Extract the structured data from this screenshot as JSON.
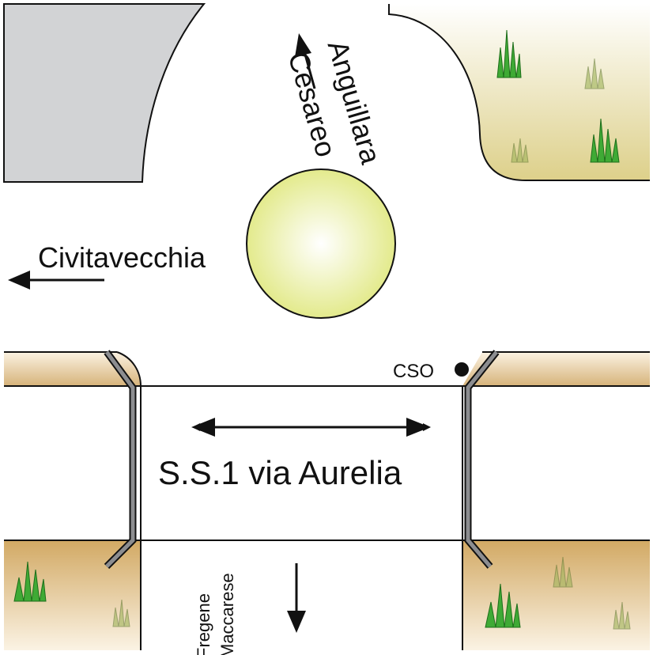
{
  "labels": {
    "road": "S.S.1 via Aurelia",
    "west": "Civitavecchia",
    "north_line1": "Anguillara",
    "north_line2": "Cesareo",
    "south_line1": "Fregene",
    "south_line2": "Maccarese",
    "marker": "CSO"
  },
  "colors": {
    "building": "#d2d3d5",
    "grass_field": "#e6dc9c",
    "embankment": "#d4ad6e",
    "roundabout": "#e8ef9a",
    "grass": "#3faa35",
    "barrier": "#8c8d90",
    "ink": "#111111"
  },
  "icons": [
    "arrow-icon",
    "double-arrow-icon",
    "grass-icon",
    "marker-dot-icon"
  ]
}
